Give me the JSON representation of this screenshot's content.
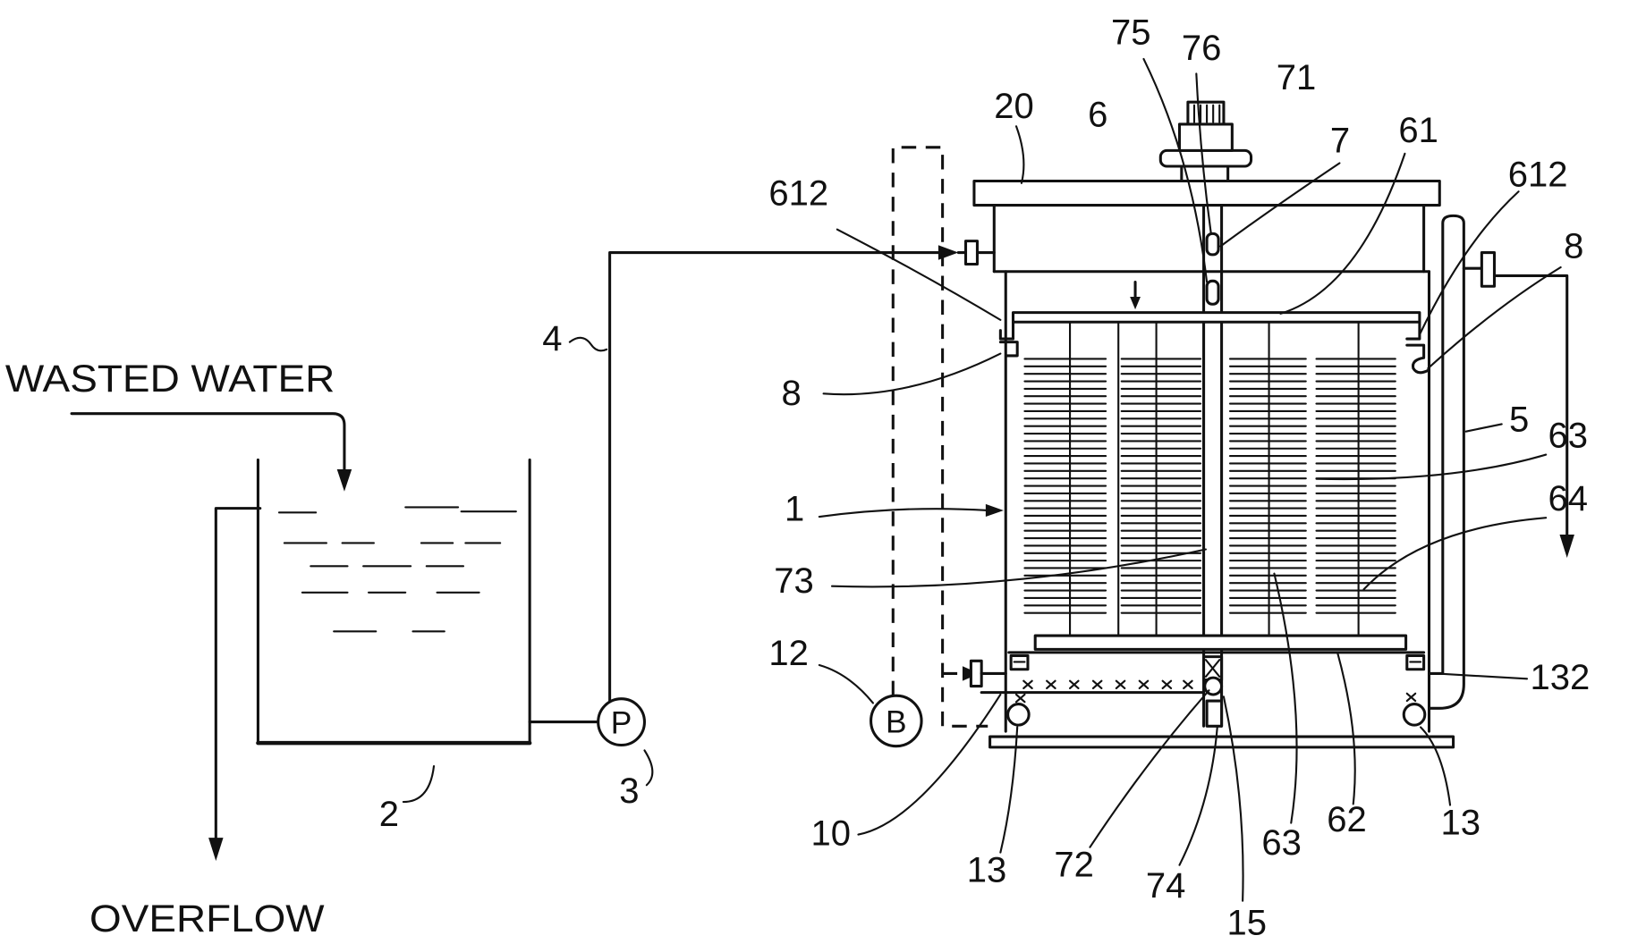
{
  "colors": {
    "ink": "#111111",
    "paper": "#ffffff"
  },
  "labels": {
    "wasted_water": "WASTED WATER",
    "overflow": "OVERFLOW",
    "pump_symbol": "P",
    "blower_symbol": "B"
  },
  "numerals": {
    "n1": "1",
    "n2": "2",
    "n3": "3",
    "n4": "4",
    "n5": "5",
    "n6": "6",
    "n7": "7",
    "n8_left": "8",
    "n8_right": "8",
    "n10": "10",
    "n12": "12",
    "n13_left": "13",
    "n13_right": "13",
    "n15": "15",
    "n20": "20",
    "n61": "61",
    "n62": "62",
    "n63_right": "63",
    "n63_bottom": "63",
    "n64": "64",
    "n71": "71",
    "n72": "72",
    "n73": "73",
    "n74": "74",
    "n75": "75",
    "n76": "76",
    "n132": "132",
    "n612_left": "612",
    "n612_right": "612"
  }
}
